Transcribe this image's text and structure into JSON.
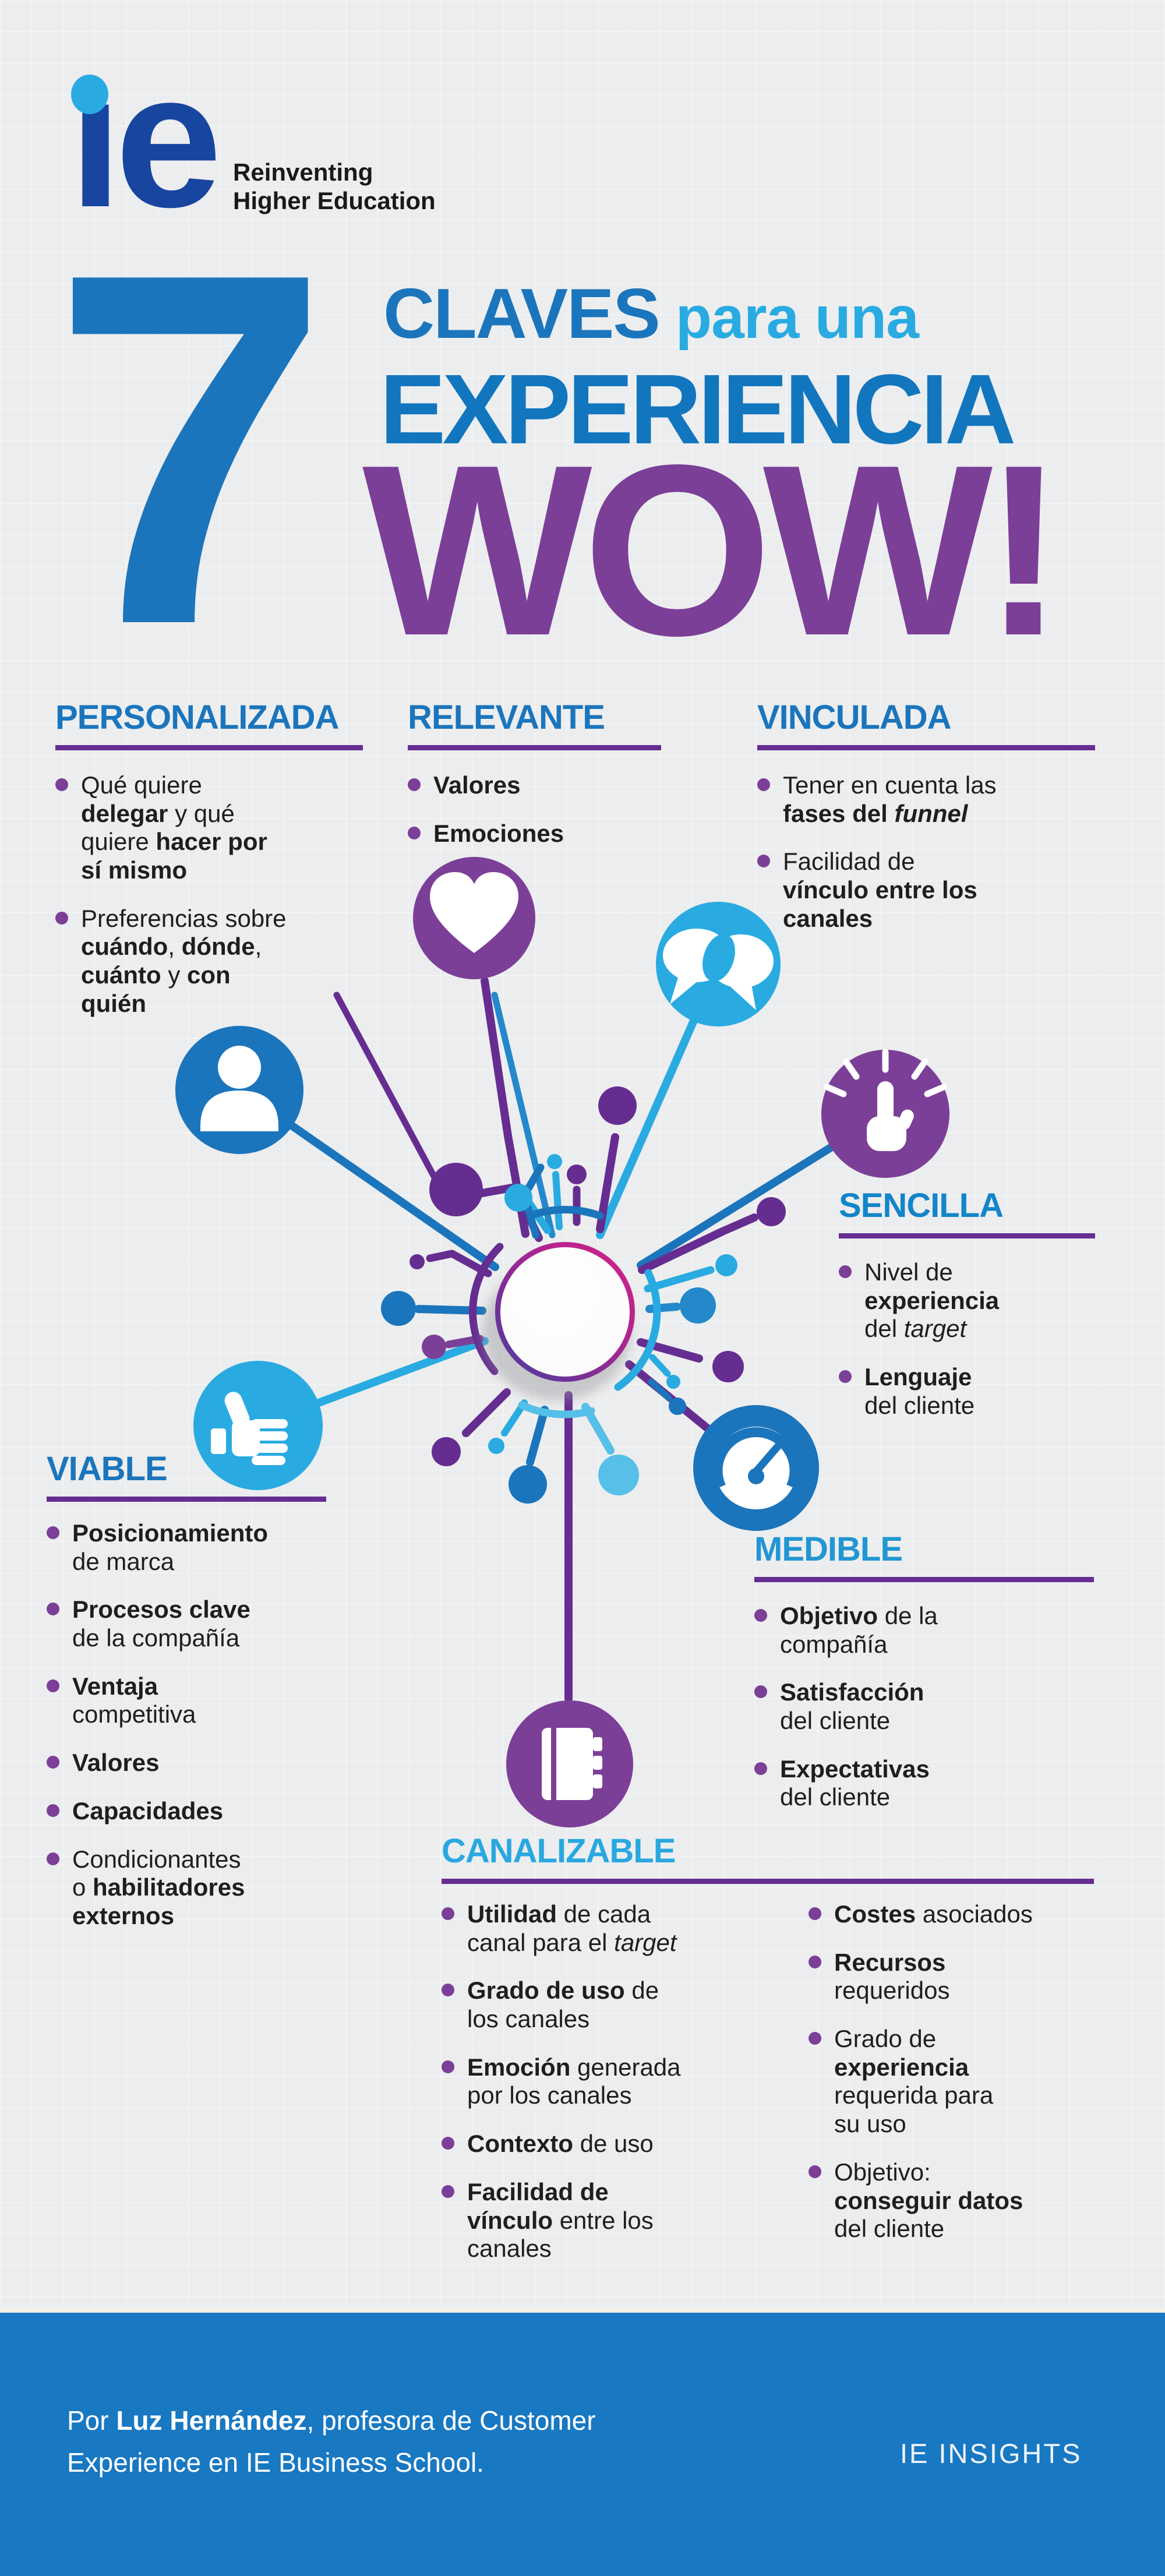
{
  "logo": {
    "brand": "ıe",
    "tagline": "Reinventing\nHigher Education"
  },
  "title": {
    "number": "7",
    "claves": "CLAVES",
    "para_una": "para una",
    "experiencia": "EXPERIENCIA",
    "wow": "WOW!"
  },
  "colors": {
    "primary_blue": "#1b75bc",
    "light_blue": "#29abe2",
    "sky_blue": "#1385ca",
    "medible_blue": "#2196d3",
    "canalizable_blue": "#29a8e0",
    "purple": "#7b3f98",
    "deep_purple": "#662d91",
    "footer_blue": "#1878c2",
    "logo_blue": "#1745a0",
    "background": "#ecedee"
  },
  "sections": {
    "personalizada": {
      "title": "PERSONALIZADA",
      "title_color": "#1b75bc",
      "bullets": [
        [
          "Qué quiere\n",
          {
            "t": "delegar",
            "b": true
          },
          " y qué\nquiere ",
          {
            "t": "hacer por\nsí mismo",
            "b": true
          }
        ],
        [
          "Preferencias sobre\n",
          {
            "t": "cuándo",
            "b": true
          },
          ", ",
          {
            "t": "dónde",
            "b": true
          },
          ",\n",
          {
            "t": "cuánto",
            "b": true
          },
          " y ",
          {
            "t": "con\nquién",
            "b": true
          }
        ]
      ]
    },
    "relevante": {
      "title": "RELEVANTE",
      "title_color": "#1b75bc",
      "bullets": [
        [
          {
            "t": "Valores",
            "b": true
          }
        ],
        [
          {
            "t": "Emociones",
            "b": true
          }
        ]
      ]
    },
    "vinculada": {
      "title": "VINCULADA",
      "title_color": "#1b75bc",
      "bullets": [
        [
          "Tener en cuenta las\n",
          {
            "t": "fases del ",
            "b": true
          },
          {
            "t": "funnel",
            "b": true,
            "i": true
          }
        ],
        [
          "Facilidad de\n",
          {
            "t": "vínculo entre los\ncanales",
            "b": true
          }
        ]
      ]
    },
    "sencilla": {
      "title": "SENCILLA",
      "title_color": "#1385ca",
      "bullets": [
        [
          "Nivel de\n",
          {
            "t": "experiencia",
            "b": true
          },
          "\ndel ",
          {
            "t": "target",
            "i": true
          }
        ],
        [
          {
            "t": "Lenguaje",
            "b": true
          },
          "\ndel cliente"
        ]
      ]
    },
    "viable": {
      "title": "VIABLE",
      "title_color": "#1b75bc",
      "bullets": [
        [
          {
            "t": "Posicionamiento",
            "b": true
          },
          "\nde marca"
        ],
        [
          {
            "t": "Procesos clave",
            "b": true
          },
          "\nde la compañía"
        ],
        [
          {
            "t": "Ventaja",
            "b": true
          },
          "\ncompetitiva"
        ],
        [
          {
            "t": "Valores",
            "b": true
          }
        ],
        [
          {
            "t": "Capacidades",
            "b": true
          }
        ],
        [
          "Condicionantes\no ",
          {
            "t": "habilitadores\nexternos",
            "b": true
          }
        ]
      ]
    },
    "medible": {
      "title": "MEDIBLE",
      "title_color": "#2196d3",
      "bullets": [
        [
          {
            "t": "Objetivo",
            "b": true
          },
          " de la\ncompañía"
        ],
        [
          {
            "t": "Satisfacción",
            "b": true
          },
          "\ndel cliente"
        ],
        [
          {
            "t": "Expectativas",
            "b": true
          },
          "\ndel cliente"
        ]
      ]
    },
    "canalizable": {
      "title": "CANALIZABLE",
      "title_color": "#29a8e0",
      "col1": [
        [
          {
            "t": "Utilidad",
            "b": true
          },
          " de cada\ncanal para el ",
          {
            "t": "target",
            "i": true
          }
        ],
        [
          {
            "t": "Grado de uso",
            "b": true
          },
          " de\nlos canales"
        ],
        [
          {
            "t": "Emoción",
            "b": true
          },
          " generada\npor los canales"
        ],
        [
          {
            "t": "Contexto",
            "b": true
          },
          " de uso"
        ],
        [
          {
            "t": "Facilidad de\nvínculo",
            "b": true
          },
          " entre los\ncanales"
        ]
      ],
      "col2": [
        [
          {
            "t": "Costes",
            "b": true
          },
          " asociados"
        ],
        [
          {
            "t": "Recursos",
            "b": true
          },
          "\nrequeridos"
        ],
        [
          "Grado de\n",
          {
            "t": "experiencia",
            "b": true
          },
          "\nrequerida para\nsu uso"
        ],
        [
          "Objetivo:\n",
          {
            "t": "conseguir datos",
            "b": true
          },
          "\ndel cliente"
        ]
      ]
    }
  },
  "hub": {
    "icons": [
      "user-icon",
      "heart-icon",
      "chat-bubbles-icon",
      "tap-click-icon",
      "thumbs-up-icon",
      "gauge-icon",
      "notebook-icon"
    ]
  },
  "footer": {
    "credit": [
      "Por ",
      {
        "t": "Luz Hernández",
        "b": true
      },
      ", profesora de Customer Experience en IE Business School."
    ],
    "brand": "IE INSIGHTS"
  }
}
